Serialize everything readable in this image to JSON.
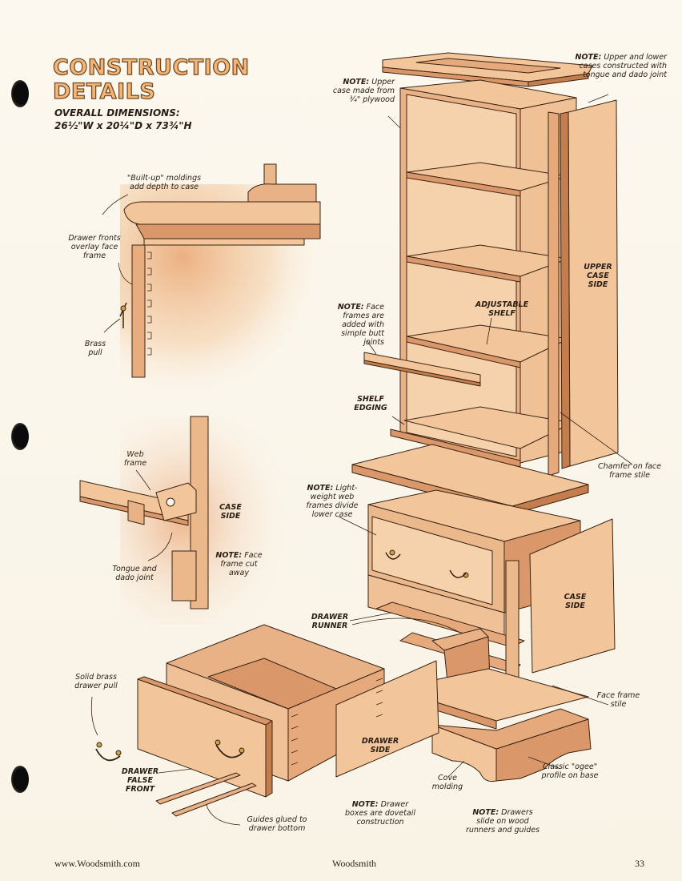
{
  "header": {
    "title_line1": "CONSTRUCTION",
    "title_line2": "DETAILS",
    "dims_label": "OVERALL DIMENSIONS:",
    "dims_value": "26½\"W x 20¼\"D x 73¾\"H"
  },
  "callouts": {
    "built_up": "\"Built-up\" moldings add depth to case",
    "drawer_fronts": "Drawer fronts overlay face frame",
    "brass_pull": "Brass pull",
    "web_frame": "Web frame",
    "tongue_dado": "Tongue and dado joint",
    "upper_plywood_note": "NOTE:",
    "upper_plywood": "Upper case made from ¾\" plywood",
    "upper_lower_note": "NOTE:",
    "upper_lower": "Upper and lower cases constructed with tongue and dado joint",
    "face_frames_note": "NOTE:",
    "face_frames": "Face frames are added with simple butt joints",
    "chamfer": "Chamfer on face frame stile",
    "web_frames_note": "NOTE:",
    "web_frames": "Light-weight web frames divide lower case",
    "face_cut_note": "NOTE:",
    "face_cut": "Face frame cut away",
    "solid_brass": "Solid brass drawer pull",
    "face_frame_stile": "Face frame stile",
    "ogee": "Classic \"ogee\" profile on base",
    "cove": "Cove molding",
    "guides_glued": "Guides glued to drawer bottom",
    "dovetail_note": "NOTE:",
    "dovetail": "Drawer boxes are dovetail construction",
    "runners_note": "NOTE:",
    "runners": "Drawers slide on wood runners and guides"
  },
  "parts": {
    "upper_case_side": "UPPER CASE SIDE",
    "adjustable_shelf": "ADJUSTABLE SHELF",
    "shelf_edging": "SHELF EDGING",
    "case_side_detail": "CASE SIDE",
    "case_side": "CASE SIDE",
    "drawer_runner": "DRAWER RUNNER",
    "drawer_side": "DRAWER SIDE",
    "drawer_false_front": "DRAWER FALSE FRONT"
  },
  "footer": {
    "url": "www.Woodsmith.com",
    "magazine": "Woodsmith",
    "page_number": "33"
  },
  "colors": {
    "wood": "#f2c69a",
    "wood_dark": "#d9976a",
    "wood_shadow": "#c47e4e",
    "outline": "#3b2414",
    "title_fill": "#f0b67a",
    "paper": "#fbf6ec"
  }
}
